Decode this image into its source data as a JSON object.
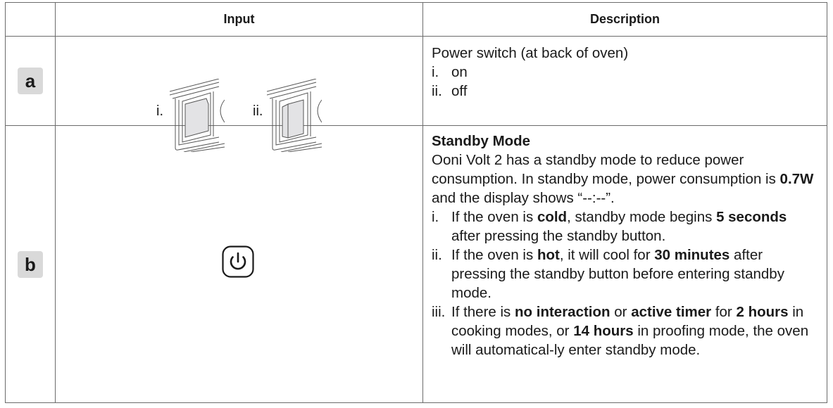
{
  "table": {
    "headers": {
      "key": "",
      "input": "Input",
      "description": "Description"
    },
    "rows": [
      {
        "key": "a",
        "input": {
          "type": "power-switch-illustration",
          "labels": [
            "i.",
            "ii."
          ],
          "states": [
            "on",
            "off"
          ]
        },
        "description": {
          "title": "Power switch (at back of oven)",
          "items": [
            {
              "num": "i.",
              "text": "on"
            },
            {
              "num": "ii.",
              "text": "off"
            }
          ]
        }
      },
      {
        "key": "b",
        "input": {
          "type": "standby-button-icon",
          "icon": "power-icon"
        },
        "description": {
          "title": "Standby Mode",
          "intro_1": "Ooni Volt 2 has a standby mode to reduce power consumption. In standby mode, power consumption is ",
          "intro_bold": "0.7W",
          "intro_2": " and the display shows “--:--”.",
          "items": [
            {
              "num": "i.",
              "p1": "If the oven is ",
              "b1": "cold",
              "p2": ", standby mode begins ",
              "b2": "5 seconds",
              "p3": " after pressing the standby button."
            },
            {
              "num": "ii.",
              "p1": "If the oven is ",
              "b1": "hot",
              "p2": ", it will cool for ",
              "b2": "30 minutes",
              "p3": " after pressing the standby button before entering standby mode."
            },
            {
              "num": "iii.",
              "p1": "If there is ",
              "b1": "no interaction",
              "p2": " or ",
              "b2": "active timer",
              "p3": " for ",
              "b3": "2 hours",
              "p4": " in cooking modes, or ",
              "b4": "14 hours",
              "p5": " in proofing mode, the oven will automatical-ly enter standby mode."
            }
          ]
        }
      }
    ]
  }
}
